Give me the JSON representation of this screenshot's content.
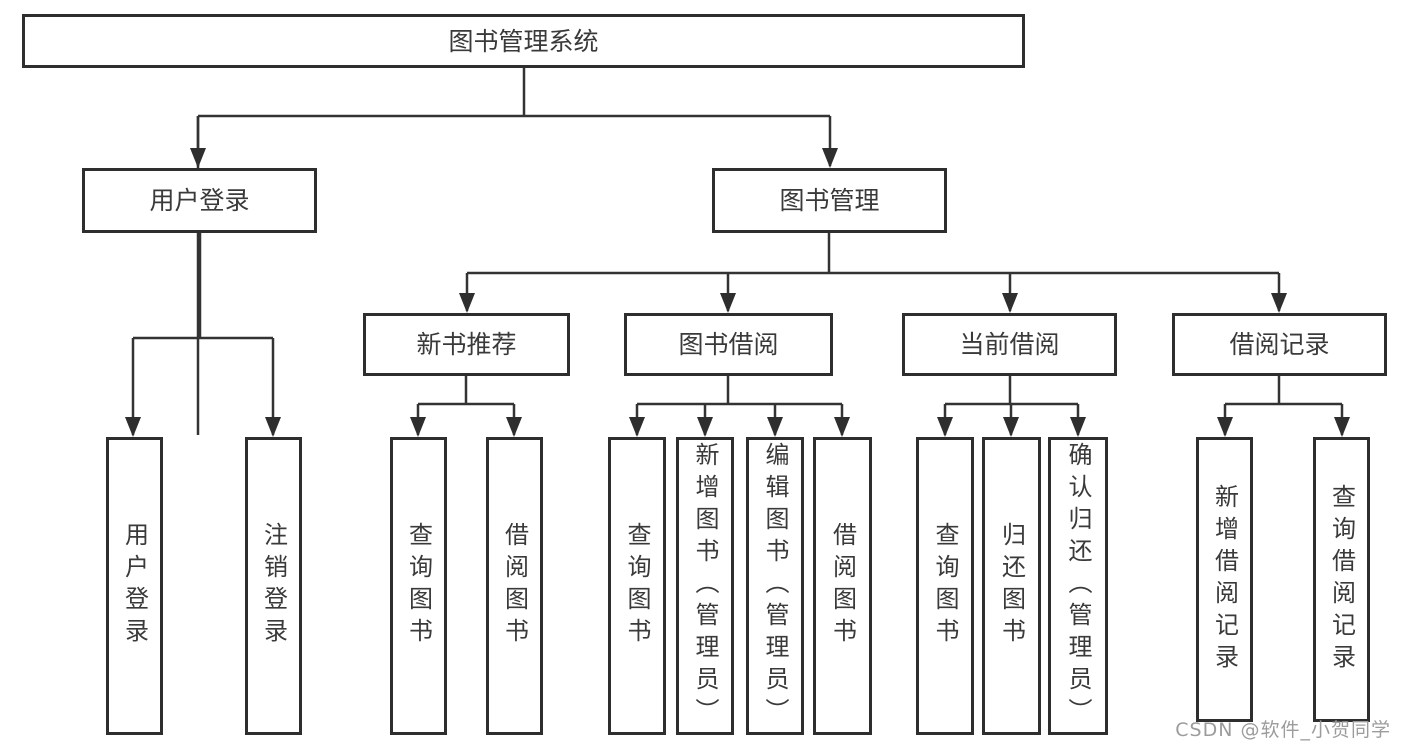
{
  "diagram": {
    "colors": {
      "line": "#333333",
      "box_border": "#2e2e2e",
      "text": "#3a3a3a",
      "watermark": "#9c9c9c",
      "background": "#ffffff"
    },
    "nodes": {
      "root": "图书管理系统",
      "user_login": "用户登录",
      "book_management": "图书管理",
      "new_book_recommend": "新书推荐",
      "book_borrow": "图书借阅",
      "current_borrow": "当前借阅",
      "borrow_records": "借阅记录",
      "leaves": {
        "user_login": [
          "用户登录",
          "注销登录"
        ],
        "new_book_recommend": [
          "查询图书",
          "借阅图书"
        ],
        "book_borrow": [
          "查询图书",
          "新增图书（管理员）",
          "编辑图书（管理员）",
          "借阅图书"
        ],
        "current_borrow": [
          "查询图书",
          "归还图书",
          "确认归还（管理员）"
        ],
        "borrow_records": [
          "新增借阅记录",
          "查询借阅记录"
        ]
      }
    },
    "watermark": "CSDN @软件_小贺同学"
  }
}
